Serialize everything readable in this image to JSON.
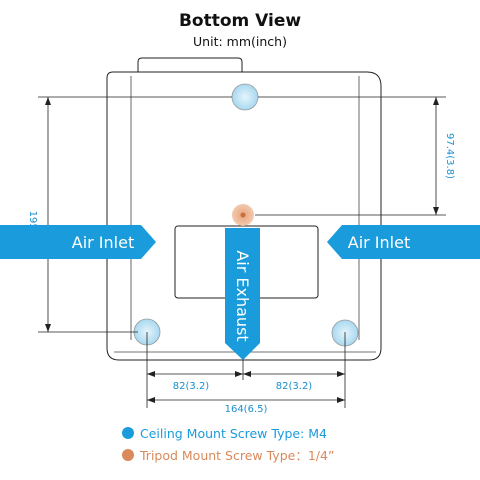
{
  "title": "Bottom View",
  "subtitle": "Unit: mm(inch)",
  "labels": {
    "air_inlet_left": "Air Inlet",
    "air_inlet_right": "Air Inlet",
    "air_exhaust": "Air Exhaust"
  },
  "dimensions": {
    "depth_total": "195(7.7)",
    "depth_to_tripod": "97.4(3.8)",
    "left_half_width": "82(3.2)",
    "right_half_width": "82(3.2)",
    "width_total": "164(6.5)"
  },
  "legend": [
    {
      "text": "Ceiling Mount Screw Type: M4",
      "color": "#1a9bdc"
    },
    {
      "text": "Tripod Mount Screw Type：1/4”",
      "color": "#d9895a"
    }
  ],
  "colors": {
    "accent_blue": "#1a9bdc",
    "dimension_text": "#1a8fd0",
    "tripod_orange": "#d9895a",
    "screw_fill": "#c6e6f6"
  }
}
